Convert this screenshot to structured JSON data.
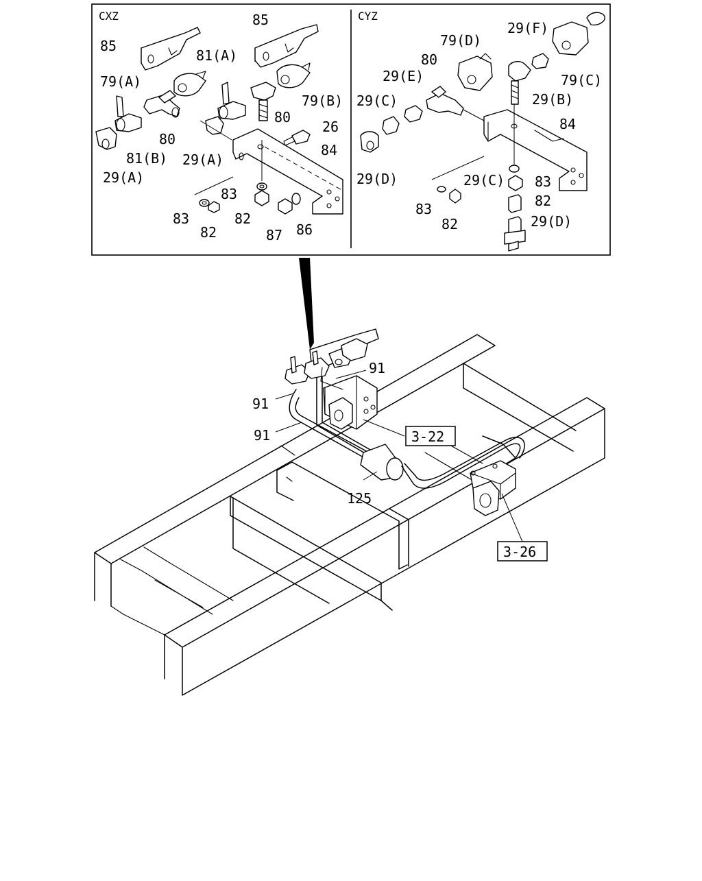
{
  "inset": {
    "left_title": "CXZ",
    "right_title": "CYZ"
  },
  "callouts": {
    "cxz": {
      "l85a": "85",
      "l85b": "85",
      "l81a": "81(A)",
      "l79a": "79(A)",
      "l79b": "79(B)",
      "l80a": "80",
      "l80b": "80",
      "l81b": "81(B)",
      "l29a_1": "29(A)",
      "l29a_2": "29(A)",
      "l26": "26",
      "l84": "84",
      "l83a": "83",
      "l83b": "83",
      "l82a": "82",
      "l82b": "82",
      "l87": "87",
      "l86": "86"
    },
    "cyz": {
      "l79d": "79(D)",
      "l29f": "29(F)",
      "l80": "80",
      "l29e": "29(E)",
      "l79c": "79(C)",
      "l29c_1": "29(C)",
      "l29b": "29(B)",
      "l84": "84",
      "l29d_1": "29(D)",
      "l29c_2": "29(C)",
      "l83a": "83",
      "l83b": "83",
      "l82a": "82",
      "l82b": "82",
      "l29d_2": "29(D)"
    },
    "main": {
      "l91a": "91",
      "l91b": "91",
      "l91c": "91",
      "l125": "125",
      "ref_a": "3-22",
      "ref_b": "3-26"
    }
  }
}
